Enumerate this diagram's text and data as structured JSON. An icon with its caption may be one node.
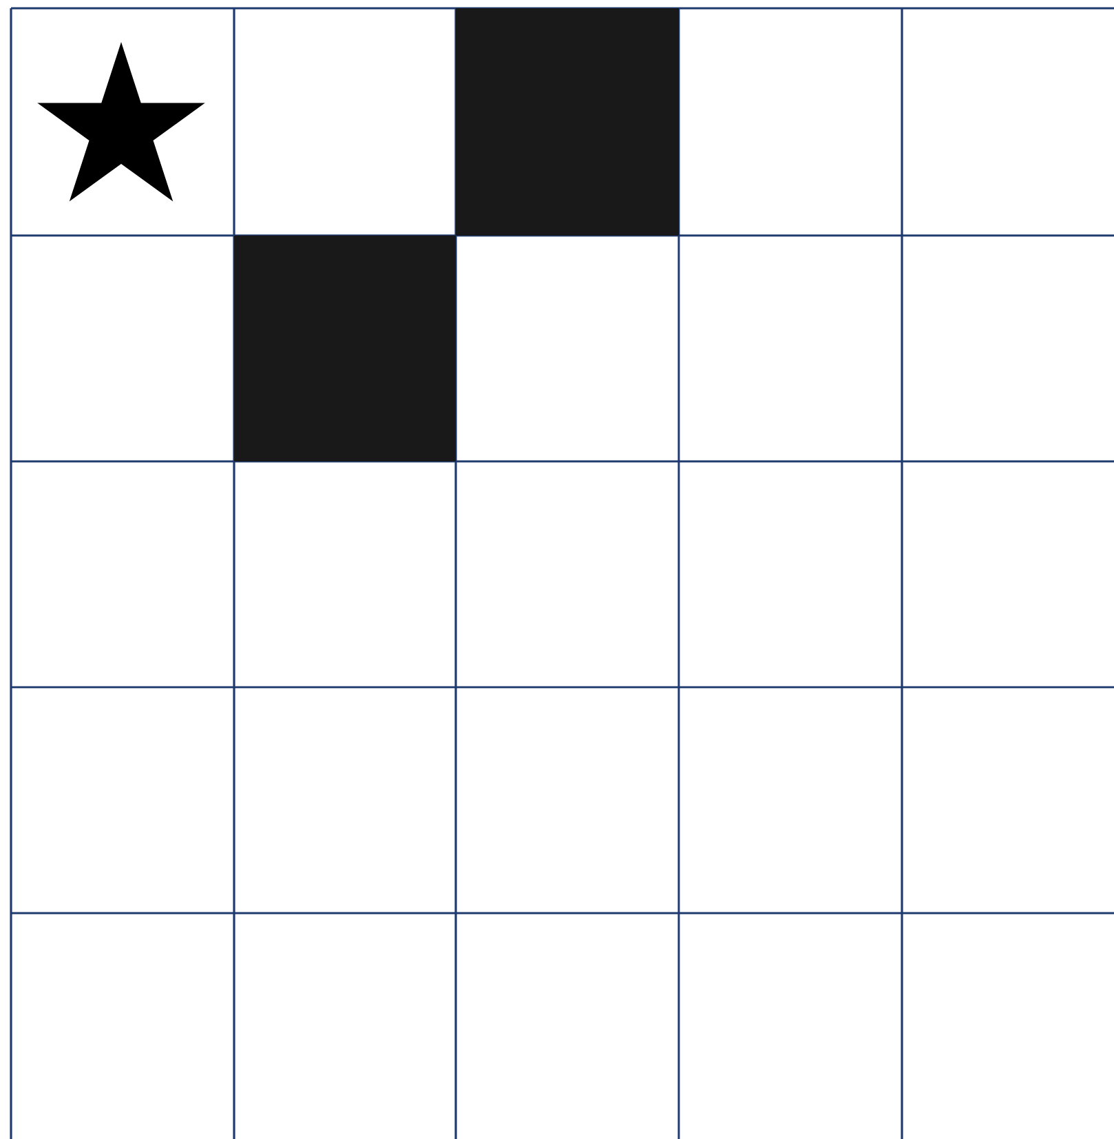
{
  "diagram": {
    "nodes": [
      {
        "text": [],
        "shape": "star"
      },
      {
        "text": [],
        "shape": "box"
      },
      {
        "text": [],
        "shape": "box"
      }
    ]
  }
}
